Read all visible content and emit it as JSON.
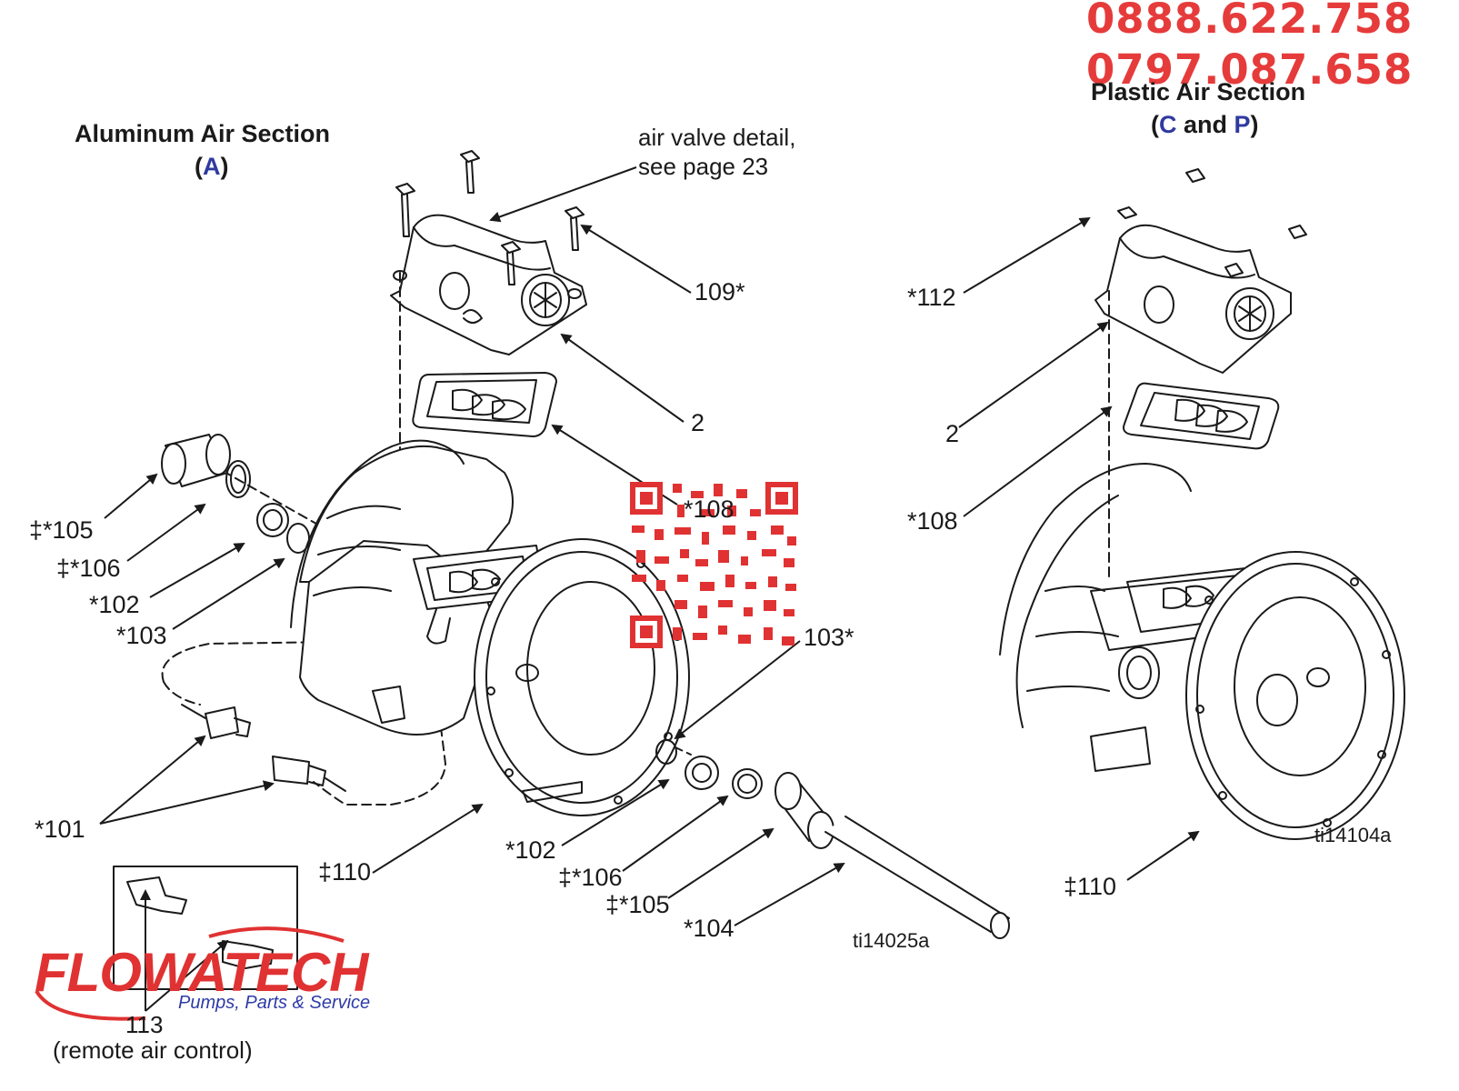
{
  "contact": {
    "phone_1": "0888.622.758",
    "phone_2": "0797.087.658"
  },
  "sections": {
    "aluminum": {
      "title": "Aluminum Air Section",
      "open": "(",
      "code": "A",
      "close": ")"
    },
    "plastic": {
      "title": "Plastic Air Section",
      "open": "(",
      "code_1": "C",
      "and": " and ",
      "code_2": "P",
      "close": ")"
    }
  },
  "notes": {
    "air_valve_line1": "air valve detail,",
    "air_valve_line2": "see page 23",
    "remote_line1": "113",
    "remote_line2": "(remote air control)"
  },
  "callouts": {
    "c109": "109*",
    "c2_left": "2",
    "c108_left": "*108",
    "c105_left": "‡*105",
    "c106_left": "‡*106",
    "c102_left": "*102",
    "c103_left": "*103",
    "c101": "*101",
    "c110_left": "‡110",
    "c103_right": "103*",
    "c102_right": "*102",
    "c106_right": "‡*106",
    "c105_right": "‡*105",
    "c104": "*104",
    "c112": "*112",
    "c2_right": "2",
    "c108_right": "*108",
    "c110_right": "‡110"
  },
  "figure_ids": {
    "left": "ti14025a",
    "right": "ti14104a"
  },
  "brand": {
    "name": "FLOWATECH",
    "tagline": "Pumps, Parts & Service",
    "color": "#e03232",
    "tagline_color": "#2d3aa8"
  },
  "colors": {
    "phone": "#e63b3b",
    "section_letter": "#2f3aa0",
    "line": "#1a1a1a"
  }
}
